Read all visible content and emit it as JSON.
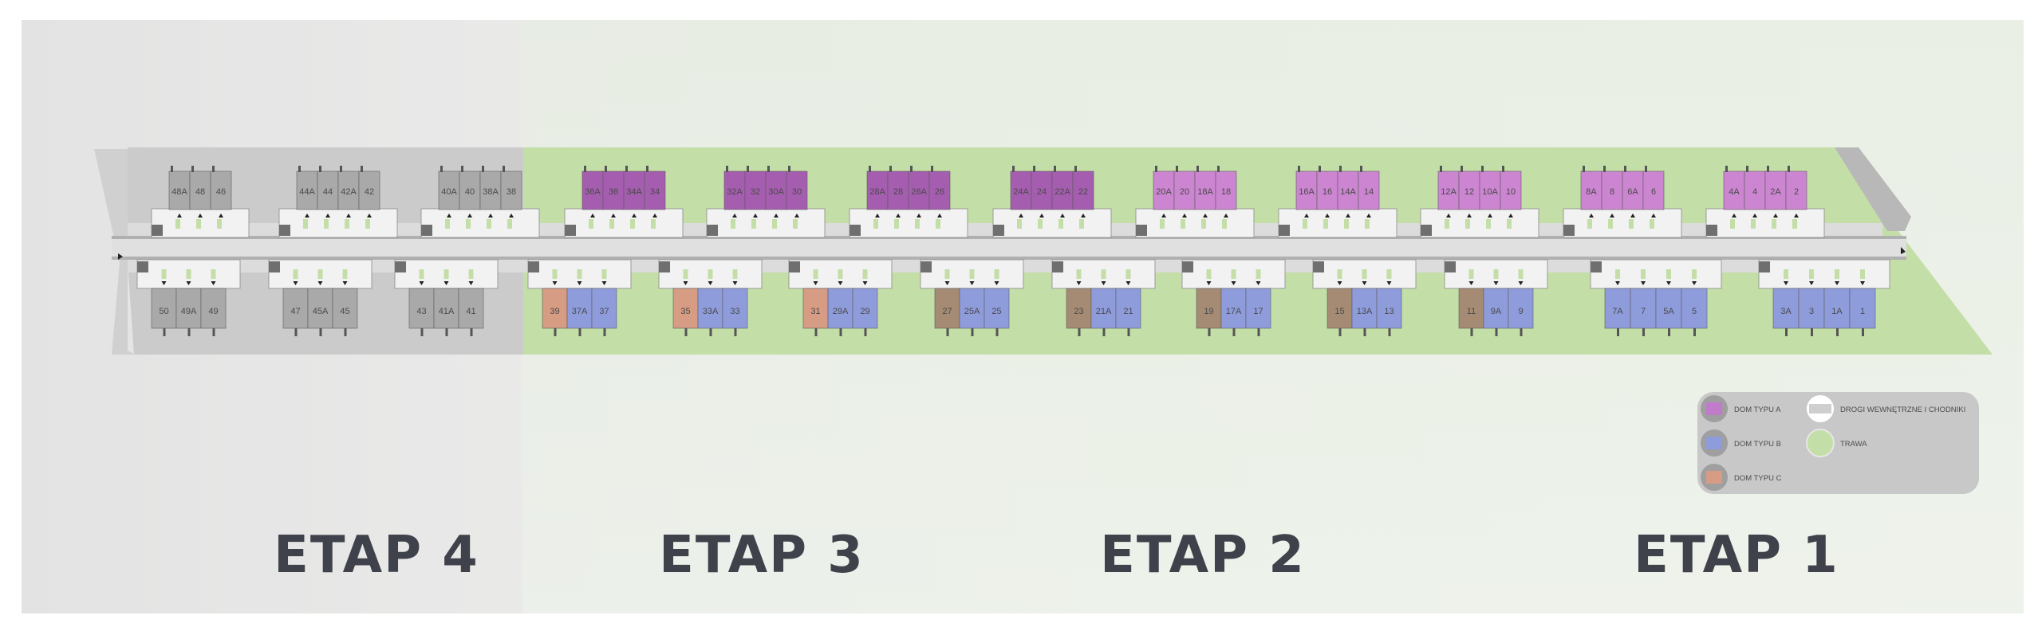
{
  "colors": {
    "type_a": "#cc85d1",
    "type_a_dark": "#a55daf",
    "type_b": "#8f9cdc",
    "type_c": "#d69c84",
    "type_c_dark": "#a58b73",
    "future_unit": "#a9a9a9",
    "grass": "#c4dea8",
    "road": "#d8d8d8",
    "background": "#e8e9e8"
  },
  "stages": [
    {
      "label": "ETAP 4"
    },
    {
      "label": "ETAP 3"
    },
    {
      "label": "ETAP 2"
    },
    {
      "label": "ETAP 1"
    }
  ],
  "north_row": [
    {
      "stage": 4,
      "units": [
        {
          "label": "48A",
          "type": "future"
        },
        {
          "label": "48",
          "type": "future"
        },
        {
          "label": "46",
          "type": "future"
        }
      ]
    },
    {
      "stage": 4,
      "units": [
        {
          "label": "44A",
          "type": "future"
        },
        {
          "label": "44",
          "type": "future"
        },
        {
          "label": "42A",
          "type": "future"
        },
        {
          "label": "42",
          "type": "future"
        }
      ]
    },
    {
      "stage": 4,
      "units": [
        {
          "label": "40A",
          "type": "future"
        },
        {
          "label": "40",
          "type": "future"
        },
        {
          "label": "38A",
          "type": "future"
        },
        {
          "label": "38",
          "type": "future"
        }
      ]
    },
    {
      "stage": 3,
      "units": [
        {
          "label": "36A",
          "type": "a_dark"
        },
        {
          "label": "36",
          "type": "a_dark"
        },
        {
          "label": "34A",
          "type": "a_dark"
        },
        {
          "label": "34",
          "type": "a_dark"
        }
      ]
    },
    {
      "stage": 3,
      "units": [
        {
          "label": "32A",
          "type": "a_dark"
        },
        {
          "label": "32",
          "type": "a_dark"
        },
        {
          "label": "30A",
          "type": "a_dark"
        },
        {
          "label": "30",
          "type": "a_dark"
        }
      ]
    },
    {
      "stage": 3,
      "units": [
        {
          "label": "28A",
          "type": "a_dark"
        },
        {
          "label": "28",
          "type": "a_dark"
        },
        {
          "label": "26A",
          "type": "a_dark"
        },
        {
          "label": "26",
          "type": "a_dark"
        }
      ]
    },
    {
      "stage": 2,
      "units": [
        {
          "label": "24A",
          "type": "a_dark"
        },
        {
          "label": "24",
          "type": "a_dark"
        },
        {
          "label": "22A",
          "type": "a_dark"
        },
        {
          "label": "22",
          "type": "a_dark"
        }
      ]
    },
    {
      "stage": 2,
      "units": [
        {
          "label": "20A",
          "type": "a"
        },
        {
          "label": "20",
          "type": "a"
        },
        {
          "label": "18A",
          "type": "a"
        },
        {
          "label": "18",
          "type": "a"
        }
      ]
    },
    {
      "stage": 2,
      "units": [
        {
          "label": "16A",
          "type": "a"
        },
        {
          "label": "16",
          "type": "a"
        },
        {
          "label": "14A",
          "type": "a"
        },
        {
          "label": "14",
          "type": "a"
        }
      ]
    },
    {
      "stage": 1,
      "units": [
        {
          "label": "12A",
          "type": "a"
        },
        {
          "label": "12",
          "type": "a"
        },
        {
          "label": "10A",
          "type": "a"
        },
        {
          "label": "10",
          "type": "a"
        }
      ]
    },
    {
      "stage": 1,
      "units": [
        {
          "label": "8A",
          "type": "a"
        },
        {
          "label": "8",
          "type": "a"
        },
        {
          "label": "6A",
          "type": "a"
        },
        {
          "label": "6",
          "type": "a"
        }
      ]
    },
    {
      "stage": 1,
      "units": [
        {
          "label": "4A",
          "type": "a"
        },
        {
          "label": "4",
          "type": "a"
        },
        {
          "label": "2A",
          "type": "a"
        },
        {
          "label": "2",
          "type": "a"
        }
      ]
    }
  ],
  "south_row": [
    {
      "stage": 4,
      "units": [
        {
          "label": "50",
          "type": "future"
        },
        {
          "label": "49A",
          "type": "future"
        },
        {
          "label": "49",
          "type": "future"
        }
      ]
    },
    {
      "stage": 4,
      "units": [
        {
          "label": "47",
          "type": "future"
        },
        {
          "label": "45A",
          "type": "future"
        },
        {
          "label": "45",
          "type": "future"
        }
      ]
    },
    {
      "stage": 4,
      "units": [
        {
          "label": "43",
          "type": "future"
        },
        {
          "label": "41A",
          "type": "future"
        },
        {
          "label": "41",
          "type": "future"
        }
      ]
    },
    {
      "stage": 3,
      "units": [
        {
          "label": "39",
          "type": "c"
        },
        {
          "label": "37A",
          "type": "b"
        },
        {
          "label": "37",
          "type": "b"
        }
      ]
    },
    {
      "stage": 3,
      "units": [
        {
          "label": "35",
          "type": "c"
        },
        {
          "label": "33A",
          "type": "b"
        },
        {
          "label": "33",
          "type": "b"
        }
      ]
    },
    {
      "stage": 3,
      "units": [
        {
          "label": "31",
          "type": "c"
        },
        {
          "label": "29A",
          "type": "b"
        },
        {
          "label": "29",
          "type": "b"
        }
      ]
    },
    {
      "stage": 2,
      "units": [
        {
          "label": "27",
          "type": "c_dark"
        },
        {
          "label": "25A",
          "type": "b"
        },
        {
          "label": "25",
          "type": "b"
        }
      ]
    },
    {
      "stage": 2,
      "units": [
        {
          "label": "23",
          "type": "c_dark"
        },
        {
          "label": "21A",
          "type": "b"
        },
        {
          "label": "21",
          "type": "b"
        }
      ]
    },
    {
      "stage": 2,
      "units": [
        {
          "label": "19",
          "type": "c_dark"
        },
        {
          "label": "17A",
          "type": "b"
        },
        {
          "label": "17",
          "type": "b"
        }
      ]
    },
    {
      "stage": 2,
      "units": [
        {
          "label": "15",
          "type": "c_dark"
        },
        {
          "label": "13A",
          "type": "b"
        },
        {
          "label": "13",
          "type": "b"
        }
      ]
    },
    {
      "stage": 1,
      "units": [
        {
          "label": "11",
          "type": "c_dark"
        },
        {
          "label": "9A",
          "type": "b"
        },
        {
          "label": "9",
          "type": "b"
        }
      ]
    },
    {
      "stage": 1,
      "units": [
        {
          "label": "7A",
          "type": "b"
        },
        {
          "label": "7",
          "type": "b"
        },
        {
          "label": "5A",
          "type": "b"
        },
        {
          "label": "5",
          "type": "b"
        }
      ]
    },
    {
      "stage": 1,
      "units": [
        {
          "label": "3A",
          "type": "b"
        },
        {
          "label": "3",
          "type": "b"
        },
        {
          "label": "1A",
          "type": "b"
        },
        {
          "label": "1",
          "type": "b"
        }
      ]
    }
  ],
  "legend": {
    "items": [
      {
        "label": "DOM TYPU A",
        "swatch": "a"
      },
      {
        "label": "DOM TYPU B",
        "swatch": "b"
      },
      {
        "label": "DOM TYPU C",
        "swatch": "c"
      },
      {
        "label": "DROGI WEWNĘTRZNE I CHODNIKI",
        "swatch": "road"
      },
      {
        "label": "TRAWA",
        "swatch": "grass"
      }
    ]
  }
}
